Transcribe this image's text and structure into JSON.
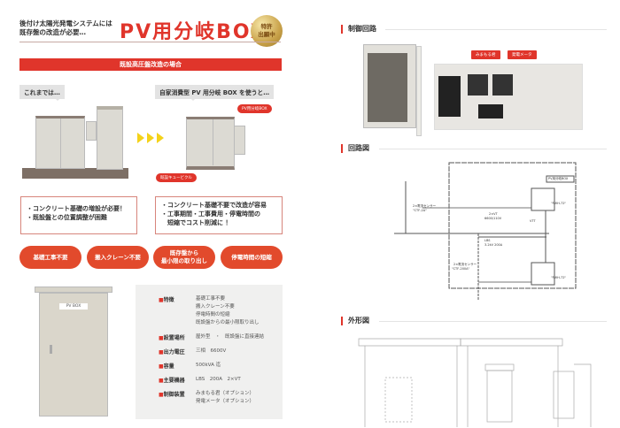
{
  "header": {
    "lead_lines": [
      "後付け太陽光発電システムには",
      "既存盤の改造が必要…"
    ],
    "title": "PV用分岐BOX",
    "seal_lines": [
      "特許",
      "出願中"
    ]
  },
  "section_bar": "既設高圧盤改造の場合",
  "comparison": {
    "before_label": "これまでは…",
    "after_label": "自家消費型 PV 用分岐 BOX を使うと…",
    "tag_pv_box": "PV用分岐BOX",
    "tag_cubicle": "既設キュービクル",
    "before_points": [
      "・コンクリート基礎の増設が必要！",
      "・既設盤との位置調整が困難"
    ],
    "after_points": [
      "・コンクリート基礎不要で改造が容易",
      "・工事期間・工事費用・停電時間の",
      "　短縮でコスト削減に ！"
    ]
  },
  "benefits": [
    "基礎工事不要",
    "搬入クレーン不要",
    "既存盤から\n最小限の取り出し",
    "停電時間の短縮"
  ],
  "product_label": "PV BOX",
  "specs": [
    {
      "key": "特徴",
      "values": [
        "基礎工事不要",
        "搬入クレーン不要",
        "停電時間の短縮",
        "既設盤からの最小限取り出し"
      ]
    },
    {
      "key": "設置場所",
      "values": [
        "屋外型　・　既設盤に直接連結"
      ]
    },
    {
      "key": "出力電圧",
      "values": [
        "三相　6600V"
      ]
    },
    {
      "key": "容量",
      "values": [
        "500kVA 迄"
      ]
    },
    {
      "key": "主要機器",
      "values": [
        "LBS　200A　2×VT"
      ]
    },
    {
      "key": "制御装置",
      "values": [
        "みまもる君（オプション）",
        "発電メータ（オプション）"
      ]
    }
  ],
  "right": {
    "control_heading": "制御回路",
    "tag_mimamoru": "みまもる君",
    "tag_meter": "発電メータ",
    "circuit_heading": "回路図",
    "circuit_labels": {
      "box": "PV用分岐BOX",
      "ct1": "2×電流センサー",
      "ct1_model": "\"CTF-2A\"",
      "vt": "2×VT",
      "vt_rating": "6600/110V",
      "lbs": "LBS",
      "lbs_rating": "3.2kV 200A",
      "ct2": "2×電流センサー",
      "ct2_model": "\"CTF-200A\"",
      "vtt": "VTT",
      "fwh1": "\"FWH-72\"",
      "fwh2": "\"FWH-72\""
    },
    "outline_heading": "外形図"
  },
  "colors": {
    "accent": "#e0352b",
    "pill": "#e24a2c",
    "arrow": "#f4d21a"
  }
}
